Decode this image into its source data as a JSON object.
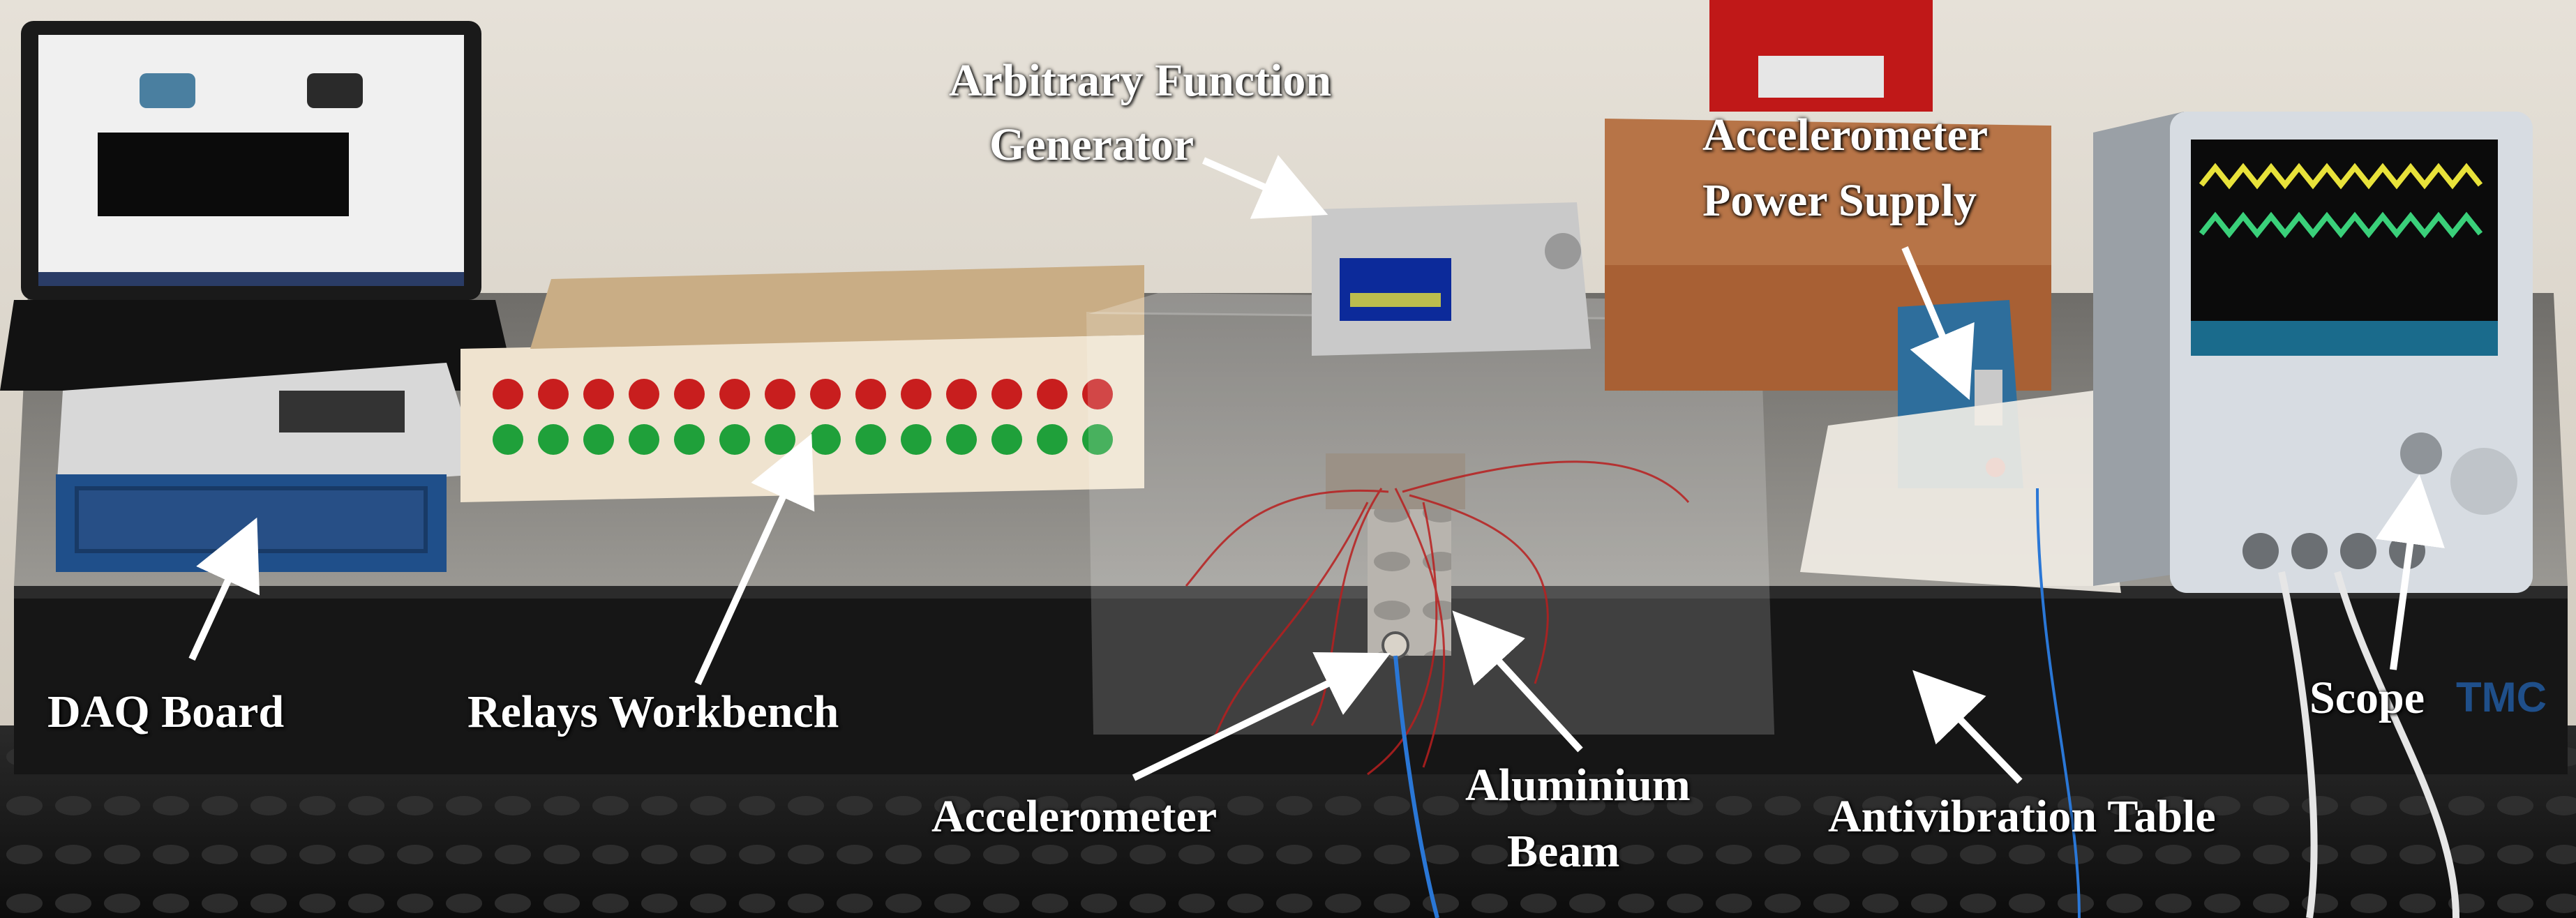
{
  "figure": {
    "labels": {
      "daq_board": "DAQ Board",
      "relays_workbench": "Relays Workbench",
      "function_generator_line1": "Arbitrary Function",
      "function_generator_line2": "Generator",
      "accelerometer_power_supply_line1": "Accelerometer",
      "accelerometer_power_supply_line2": "Power Supply",
      "accelerometer": "Accelerometer",
      "aluminium_beam_line1": "Aluminium",
      "aluminium_beam_line2": "Beam",
      "antivibration_table": "Antivibration Table",
      "scope": "Scope"
    },
    "colors": {
      "wall": "#d9d3c9",
      "table_top": "#8c8a86",
      "table_edge": "#151515",
      "label_text": "#ffffff",
      "arrow": "#ffffff",
      "relay_red": "#c81e1e",
      "relay_green": "#1fa03a",
      "scope_wave_yellow": "#e8e23a",
      "scope_wave_green": "#3ad07a"
    }
  }
}
